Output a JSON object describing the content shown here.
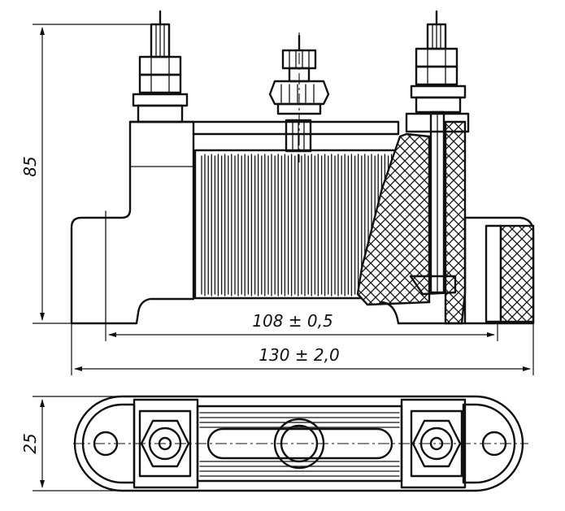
{
  "dimensions": {
    "height_front": "85",
    "inner_length": "108 ± 0,5",
    "overall_length": "130 ± 2,0",
    "height_plan": "25"
  }
}
